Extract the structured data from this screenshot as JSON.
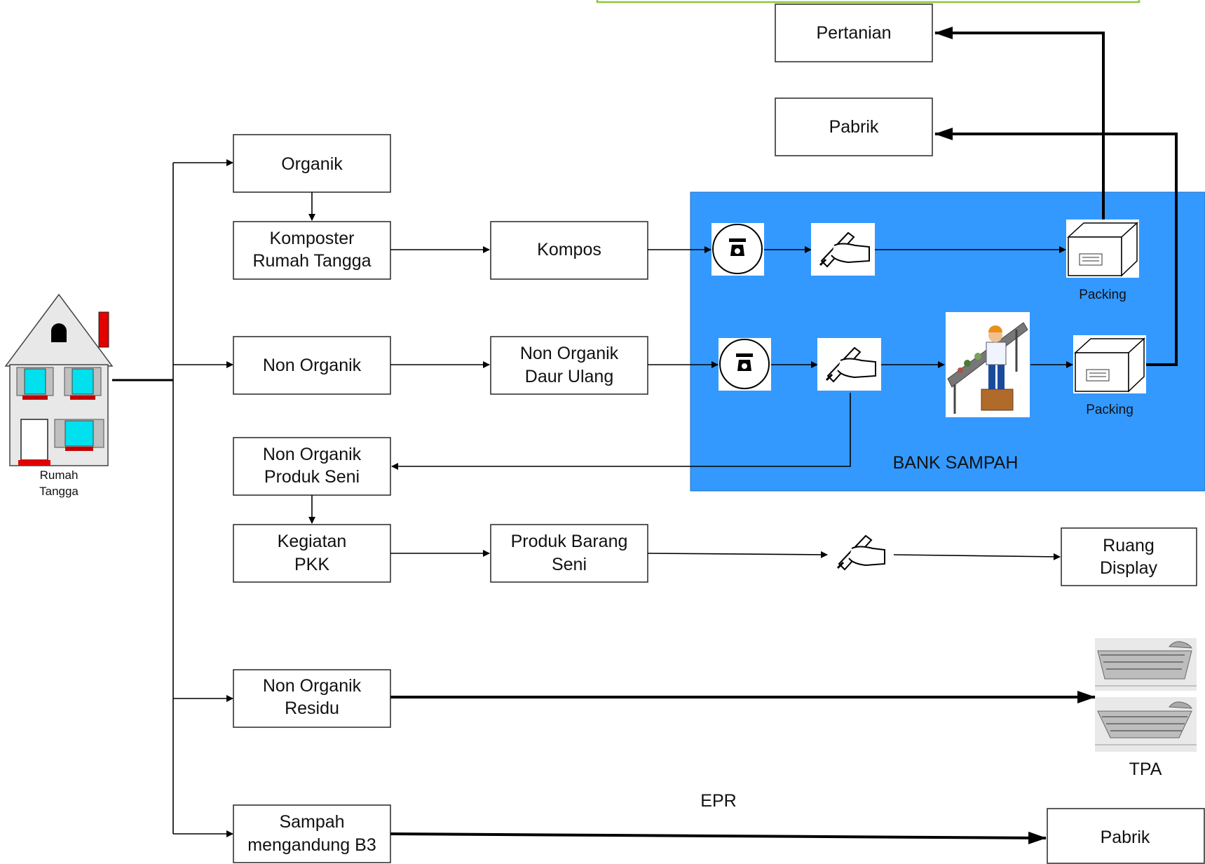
{
  "house": {
    "label_line1": "Rumah",
    "label_line2": "Tangga"
  },
  "boxes": {
    "organik": [
      "Organik"
    ],
    "komposter": [
      "Komposter",
      "Rumah Tangga"
    ],
    "kompos": [
      "Kompos"
    ],
    "non_organik": [
      "Non Organik"
    ],
    "daur_ulang": [
      "Non Organik",
      "Daur Ulang"
    ],
    "produk_seni": [
      "Non Organik",
      "Produk Seni"
    ],
    "kegiatan_pkk": [
      "Kegiatan",
      "PKK"
    ],
    "barang_seni": [
      "Produk Barang",
      "Seni"
    ],
    "ruang_display": [
      "Ruang",
      "Display"
    ],
    "residu": [
      "Non Organik",
      "Residu"
    ],
    "b3": [
      "Sampah",
      "mengandung B3"
    ],
    "pertanian": [
      "Pertanian"
    ],
    "pabrik_top": [
      "Pabrik"
    ],
    "pabrik_bottom": [
      "Pabrik"
    ]
  },
  "bank_sampah": {
    "title": "BANK SAMPAH",
    "packing1": "Packing",
    "packing2": "Packing"
  },
  "tpa": {
    "label": "TPA"
  },
  "epr": {
    "label": "EPR"
  },
  "colors": {
    "bank_bg": "#3399ff",
    "banner_border": "#8dc63f"
  }
}
